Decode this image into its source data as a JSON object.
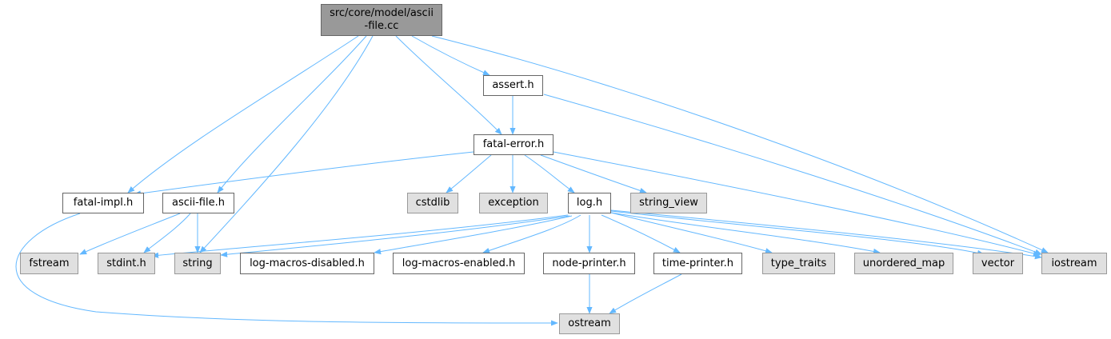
{
  "colors": {
    "edge": "#63b8ff",
    "root_fill": "#999999",
    "doc_fill": "#ffffff",
    "ext_fill": "#e0e0e0"
  },
  "nodes": {
    "root": {
      "line1": "src/core/model/ascii",
      "line2": "-file.cc"
    },
    "assert_h": "assert.h",
    "fatal_error_h": "fatal-error.h",
    "fatal_impl_h": "fatal-impl.h",
    "ascii_file_h": "ascii-file.h",
    "cstdlib": "cstdlib",
    "exception": "exception",
    "log_h": "log.h",
    "string_view": "string_view",
    "fstream": "fstream",
    "stdint_h": "stdint.h",
    "string": "string",
    "log_macros_disabled_h": "log-macros-disabled.h",
    "log_macros_enabled_h": "log-macros-enabled.h",
    "node_printer_h": "node-printer.h",
    "time_printer_h": "time-printer.h",
    "type_traits": "type_traits",
    "unordered_map": "unordered_map",
    "vector": "vector",
    "iostream": "iostream",
    "ostream": "ostream"
  }
}
